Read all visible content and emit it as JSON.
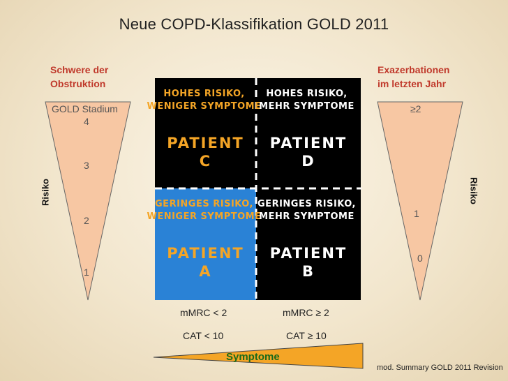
{
  "title": "Neue COPD-Klassifikation GOLD 2011",
  "left_scale": {
    "heading": [
      "Schwere der",
      "Obstruktion"
    ],
    "stage_label": "GOLD Stadium",
    "stages": [
      "4",
      "3",
      "2",
      "1"
    ]
  },
  "right_scale": {
    "heading": [
      "Exazerbationen",
      "im letzten Jahr"
    ],
    "levels": [
      "≥2",
      "1",
      "0"
    ]
  },
  "risk_label": "Risiko",
  "quadrants": {
    "c": {
      "line1": "Hohes Risiko,",
      "line2": "weniger Symptome",
      "patient": "Patient",
      "letter": "C"
    },
    "d": {
      "line1": "Hohes Risiko,",
      "line2": "mehr Symptome",
      "patient": "Patient",
      "letter": "D"
    },
    "a": {
      "line1": "Geringes Risiko,",
      "line2": "weniger Symptome",
      "patient": "Patient",
      "letter": "A"
    },
    "b": {
      "line1": "Geringes Risiko,",
      "line2": "mehr Symptome",
      "patient": "Patient",
      "letter": "B"
    }
  },
  "criteria": {
    "mmrc_low": "mMRC < 2",
    "mmrc_high": "mMRC ≥ 2",
    "cat_low": "CAT < 10",
    "cat_high": "CAT ≥ 10"
  },
  "symptom_label": "Symptome",
  "source_note": "mod. Summary GOLD 2011 Revision",
  "colors": {
    "background": "#f3e8d2",
    "title_text": "#1f1f1f",
    "heading_red": "#c0392b",
    "triangle_fill": "#f7c7a3",
    "quad_black": "#000000",
    "quad_blue": "#2a82d6",
    "symptom_arrow": "#f4a526",
    "symptom_text": "#1a6a1a"
  }
}
